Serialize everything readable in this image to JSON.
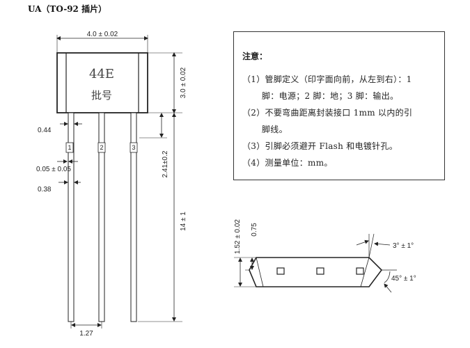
{
  "title": "UA（TO-92 插片）",
  "component": {
    "marking_line1": "44E",
    "marking_line2": "批号",
    "pins": [
      "1",
      "2",
      "3"
    ]
  },
  "dimensions": {
    "body_width": "4.0 ± 0.02",
    "body_height": "3.0 ± 0.02",
    "lead_width": "0.44",
    "lead_gap": "0.05 ± 0.05",
    "lead_narrow": "0.38",
    "shoulder_length": "2.41±0.2",
    "lead_length": "14 ± 1",
    "pitch": "1.27",
    "thickness": "1.52 ± 0.02",
    "sensor_depth": "0.75",
    "draft_angle": "3° ± 1°",
    "chamfer_angle": "45° ± 1°"
  },
  "notes": {
    "heading": "注意：",
    "items": [
      "（1）管脚定义（印字面向前，从左到右）：1",
      "脚：电源；2 脚：地；3 脚：输出。",
      "（2）不要弯曲距离封装接口 1mm 以内的引",
      "脚线。",
      "（3）引脚必须避开 Flash 和电镀针孔。",
      "（4）测量单位：mm。"
    ]
  }
}
